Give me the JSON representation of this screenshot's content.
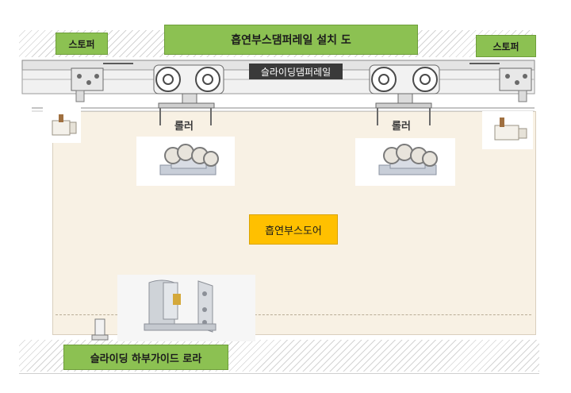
{
  "title": "흡연부스댐퍼레일 설치 도",
  "stopper_left": "스토퍼",
  "stopper_right": "스토퍼",
  "rail_label": "슬라이딩댐퍼레일",
  "roller_left": "롤러",
  "roller_right": "롤러",
  "door_label": "흡연부스도어",
  "bottom_guide_label": "슬라이딩 하부가이드 로라",
  "colors": {
    "green_label": "#8cc152",
    "door_label": "#ffc000",
    "rail_label_bg": "#3a3a3a",
    "door_fill": "#f8f1e4"
  }
}
